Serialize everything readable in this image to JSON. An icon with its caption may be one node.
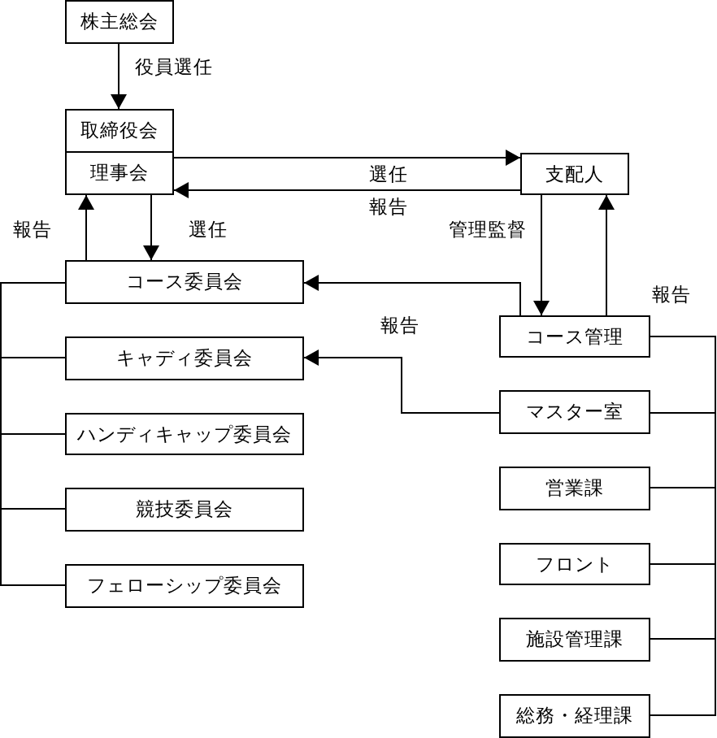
{
  "diagram": {
    "nodes": [
      {
        "text": [
          "株主総会"
        ]
      },
      {
        "text": [
          "取締役会",
          "理事会"
        ]
      },
      {
        "text": [
          "支配人"
        ]
      },
      {
        "text": [
          "コース委員会"
        ]
      },
      {
        "text": [
          "キャディ委員会"
        ]
      },
      {
        "text": [
          "ハンディキャップ委員会"
        ]
      },
      {
        "text": [
          "競技委員会"
        ]
      },
      {
        "text": [
          "フェローシップ委員会"
        ]
      },
      {
        "text": [
          "コース管理"
        ]
      },
      {
        "text": [
          "マスター室"
        ]
      },
      {
        "text": [
          "営業課"
        ]
      },
      {
        "text": [
          "フロント"
        ]
      },
      {
        "text": [
          "施設管理課"
        ]
      },
      {
        "text": [
          "総務・経理課"
        ]
      }
    ],
    "edges": [
      {
        "from": 0,
        "to": 1,
        "arrow": "to",
        "label": "役員選任"
      },
      {
        "from": 1,
        "to": 2,
        "arrow": "to",
        "label": "選任"
      },
      {
        "from": 2,
        "to": 1,
        "arrow": "to",
        "label": "報告"
      },
      {
        "from": 1,
        "to": 3,
        "arrow": "to",
        "label": "選任"
      },
      {
        "from": 3,
        "to": 1,
        "arrow": "to",
        "label": "報告"
      },
      {
        "from": 2,
        "to": 8,
        "arrow": "to",
        "label": "管理監督"
      },
      {
        "from": 8,
        "to": 2,
        "arrow": "to",
        "label": "報告"
      },
      {
        "from": 8,
        "to": 3,
        "arrow": "to"
      },
      {
        "from": 9,
        "to": 4,
        "arrow": "to",
        "label": "報告"
      },
      {
        "from": 3,
        "to": 4,
        "arrow": "none"
      },
      {
        "from": 3,
        "to": 5,
        "arrow": "none"
      },
      {
        "from": 3,
        "to": 6,
        "arrow": "none"
      },
      {
        "from": 3,
        "to": 7,
        "arrow": "none"
      },
      {
        "from": 8,
        "to": 9,
        "arrow": "none"
      },
      {
        "from": 8,
        "to": 10,
        "arrow": "none"
      },
      {
        "from": 8,
        "to": 11,
        "arrow": "none"
      },
      {
        "from": 8,
        "to": 12,
        "arrow": "none"
      },
      {
        "from": 8,
        "to": 13,
        "arrow": "none"
      }
    ]
  }
}
